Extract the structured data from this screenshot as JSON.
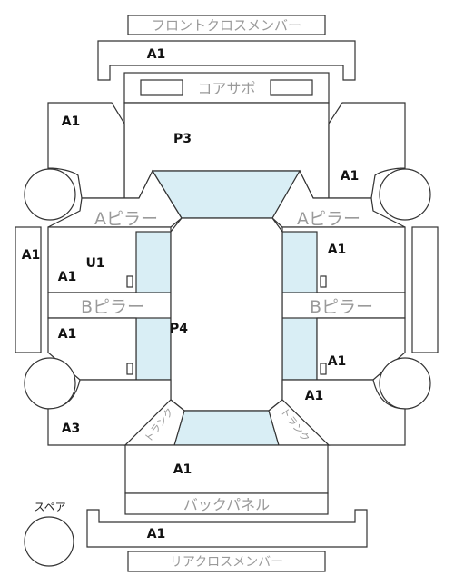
{
  "labels": {
    "front_cross_member": "フロントクロスメンバー",
    "rear_cross_member": "リアクロスメンバー",
    "core_support": "コアサポ",
    "a_pillar": "Aピラー",
    "b_pillar": "Bピラー",
    "back_panel": "バックパネル",
    "spare": "スペア",
    "trunk": "トランク"
  },
  "codes": {
    "front_cross": "A1",
    "front_left_fender": "A1",
    "front_right_fender": "A1",
    "left_sill": "A1",
    "front_left_door": "A1",
    "front_left_door_u": "U1",
    "front_right_door": "A1",
    "rear_left_door": "A1",
    "rear_right_door": "A1",
    "rear_right_quarter": "A1",
    "rear_left_quarter": "A3",
    "bonnet": "P3",
    "roof": "P4",
    "trunk_lid": "A1",
    "rear_cross": "A1"
  },
  "colors": {
    "outline": "#333333",
    "glass": "#d9eef5",
    "label_gray": "#9a9a9a",
    "code_text": "#111111"
  }
}
